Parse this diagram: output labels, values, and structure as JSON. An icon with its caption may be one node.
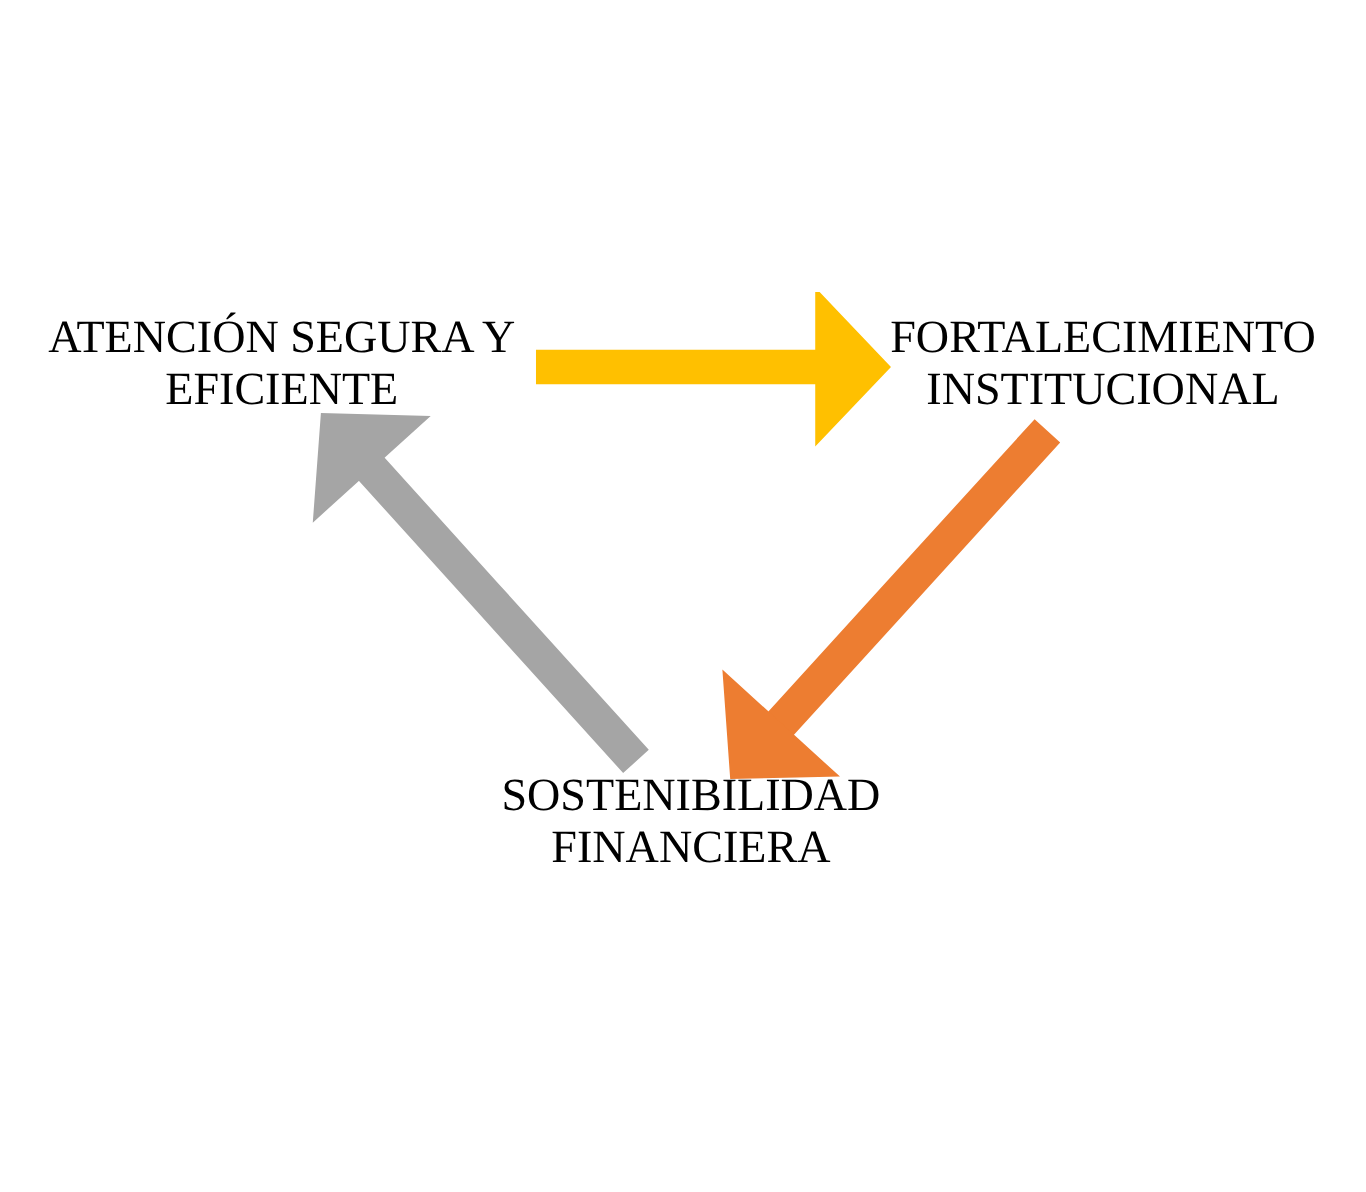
{
  "diagram": {
    "nodes": [
      {
        "text": [
          "ATENCIÓN SEGURA Y EFICIENTE"
        ]
      },
      {
        "text": [
          "FORTALECIMIENTO INSTITUCIONAL"
        ]
      },
      {
        "text": [
          "SOSTENIBILIDAD FINANCIERA"
        ]
      }
    ],
    "edges": [
      {
        "from": 0,
        "to": 1,
        "arrow": "to",
        "color": "#ffc000"
      },
      {
        "from": 1,
        "to": 2,
        "arrow": "to",
        "color": "#ed7d31"
      },
      {
        "from": 2,
        "to": 0,
        "arrow": "to",
        "color": "#a5a5a5"
      }
    ]
  }
}
